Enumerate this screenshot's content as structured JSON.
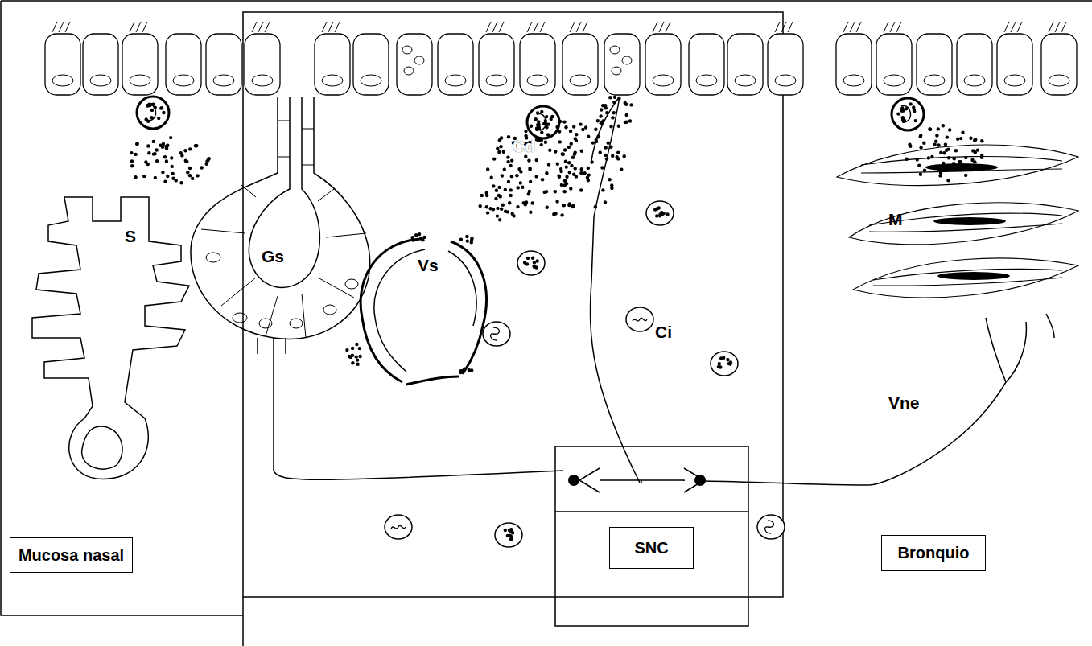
{
  "diagram": {
    "nodes": [
      {
        "text": [
          "Mucosa nasal"
        ]
      },
      {
        "text": [
          "SNC"
        ]
      },
      {
        "text": [
          "Bronquio"
        ]
      }
    ],
    "labels": [
      "S",
      "Gs",
      "Vs",
      "Cd",
      "Ci",
      "M",
      "Vne"
    ]
  }
}
